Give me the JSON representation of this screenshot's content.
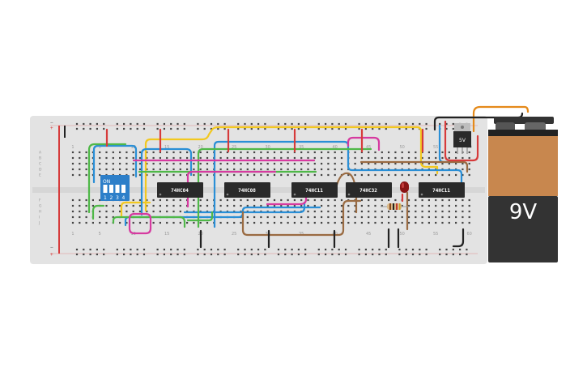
{
  "chips": [
    {
      "label": "74HC04"
    },
    {
      "label": "74HC08"
    },
    {
      "label": "74HC11"
    },
    {
      "label": "74HC32"
    },
    {
      "label": "74HC11"
    }
  ],
  "dip_switch": {
    "on_label": "ON",
    "numbers": [
      "1",
      "2",
      "3",
      "4"
    ]
  },
  "regulator": {
    "label": "5V"
  },
  "battery": {
    "label": "9V"
  },
  "breadboard": {
    "column_numbers": [
      "1",
      "5",
      "10",
      "15",
      "20",
      "25",
      "30",
      "35",
      "40",
      "45",
      "50",
      "55",
      "60"
    ],
    "row_letters_top": [
      "A",
      "B",
      "C",
      "D",
      "E"
    ],
    "row_letters_bottom": [
      "F",
      "G",
      "H",
      "I",
      "J"
    ],
    "rail_plus": "+",
    "rail_minus": "−"
  },
  "colors": {
    "board": "#e3e3e3",
    "hole": "#3a3a3a",
    "rail_red": "#d63b3b",
    "chip": "#2a2a2a",
    "dip": "#2d7fc9",
    "battery_body": "#c8874e",
    "battery_dark": "#333333"
  }
}
